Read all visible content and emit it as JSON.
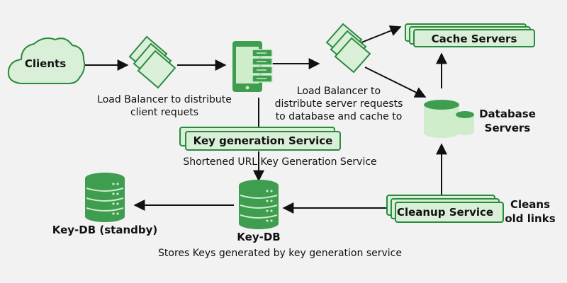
{
  "nodes": {
    "clients": "Clients",
    "cache_servers": "Cache Servers",
    "database_servers_line1": "Database",
    "database_servers_line2": "Servers",
    "key_generation_service": "Key generation Service",
    "cleanup_service": "Cleanup Service",
    "key_db": "Key-DB",
    "key_db_standby": "Key-DB (standby)"
  },
  "captions": {
    "lb1_line1": "Load Balancer to distribute",
    "lb1_line2": "client requets",
    "lb2_line1": "Load Balancer to",
    "lb2_line2": "distribute server requests",
    "lb2_line3": "to database and cache to",
    "kgs_caption": "Shortened URL Key Generation Service",
    "cleanup_line1": "Cleans",
    "cleanup_line2": "old links",
    "keydb_caption": "Stores Keys generated by key generation service"
  },
  "colors": {
    "background": "#f2f2f2",
    "box_fill": "#d9efd7",
    "accent_dark": "#2a8a3e",
    "accent_mid": "#3f9d50",
    "icon_light": "#cfeccb",
    "line": "#111111"
  }
}
